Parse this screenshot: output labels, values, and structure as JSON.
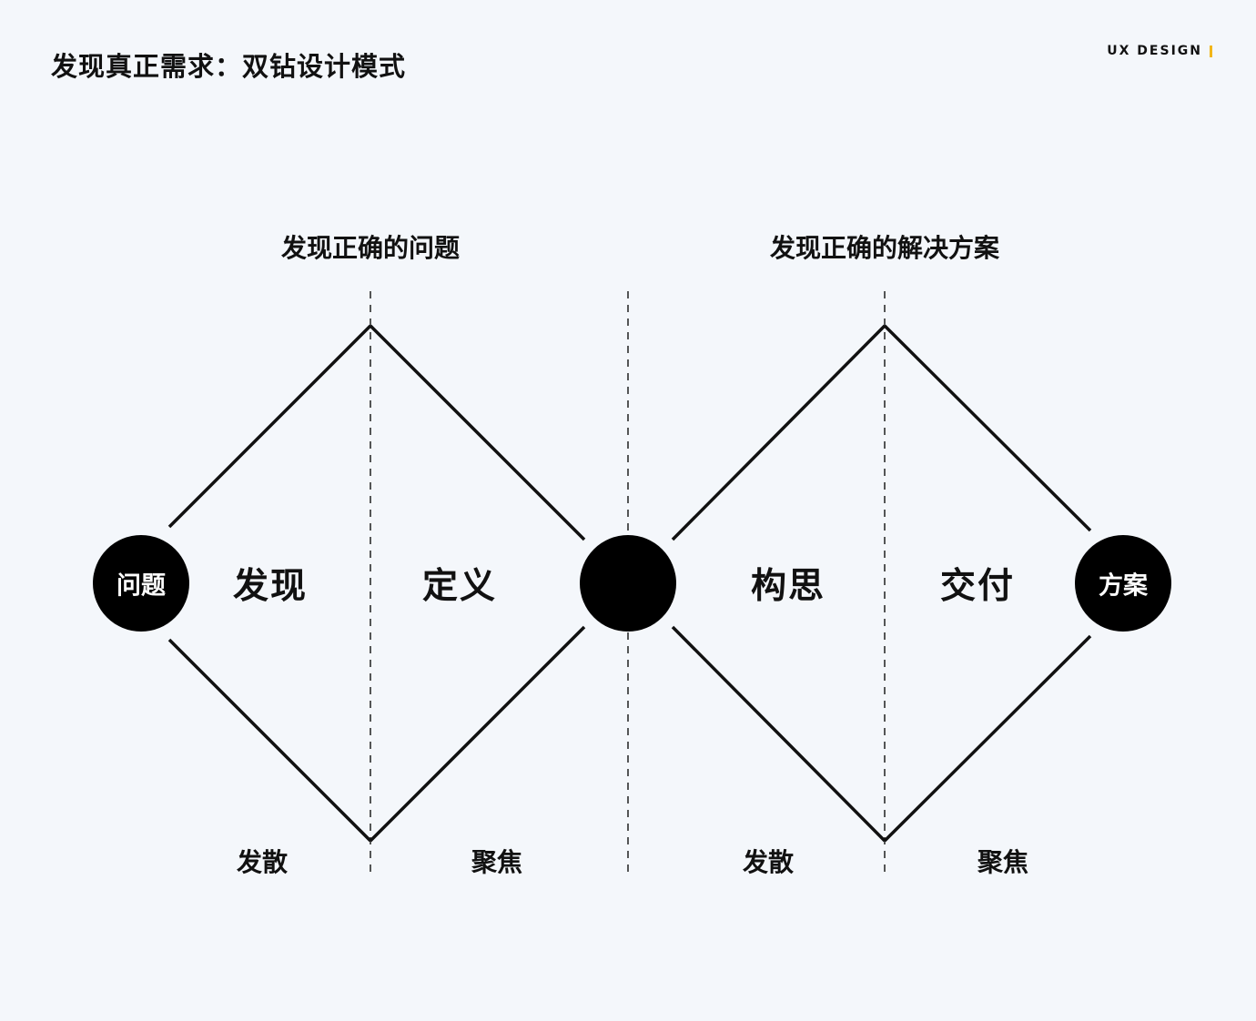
{
  "header": {
    "title": "发现真正需求：双钻设计模式",
    "brand": "UX DESIGN",
    "accent_color": "#f2b619"
  },
  "diagram": {
    "section_headers": [
      "发现正确的问题",
      "发现正确的解决方案"
    ],
    "nodes": {
      "start": "问题",
      "middle": "",
      "end": "方案"
    },
    "phases": [
      "发现",
      "定义",
      "构思",
      "交付"
    ],
    "modes": [
      "发散",
      "聚焦",
      "发散",
      "聚焦"
    ]
  }
}
